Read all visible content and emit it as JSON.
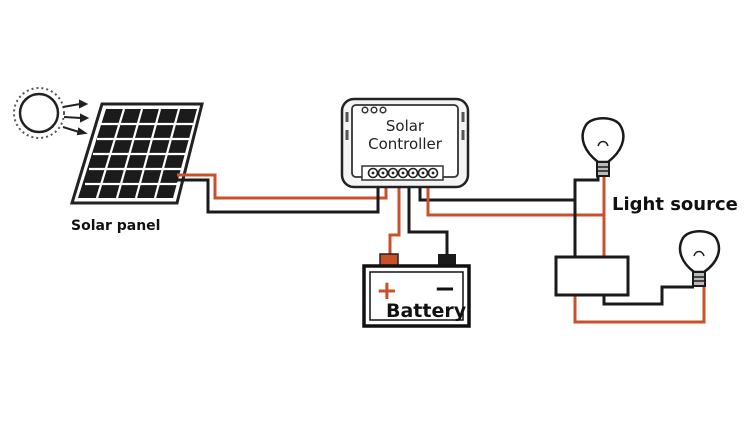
{
  "labels": {
    "solar_panel": "Solar panel",
    "controller_line1": "Solar",
    "controller_line2": "Controller",
    "light_source": "Light source",
    "battery": "Battery",
    "battery_plus": "+",
    "battery_minus": "−"
  },
  "colors": {
    "positive_wire": "#c8502a",
    "negative_wire": "#1a1a1a",
    "outline": "#111111"
  },
  "icons": [
    "sun-icon",
    "solar-panel-icon",
    "controller-icon",
    "battery-icon",
    "light-bulb-icon",
    "light-bulb-icon",
    "switch-box-icon"
  ]
}
